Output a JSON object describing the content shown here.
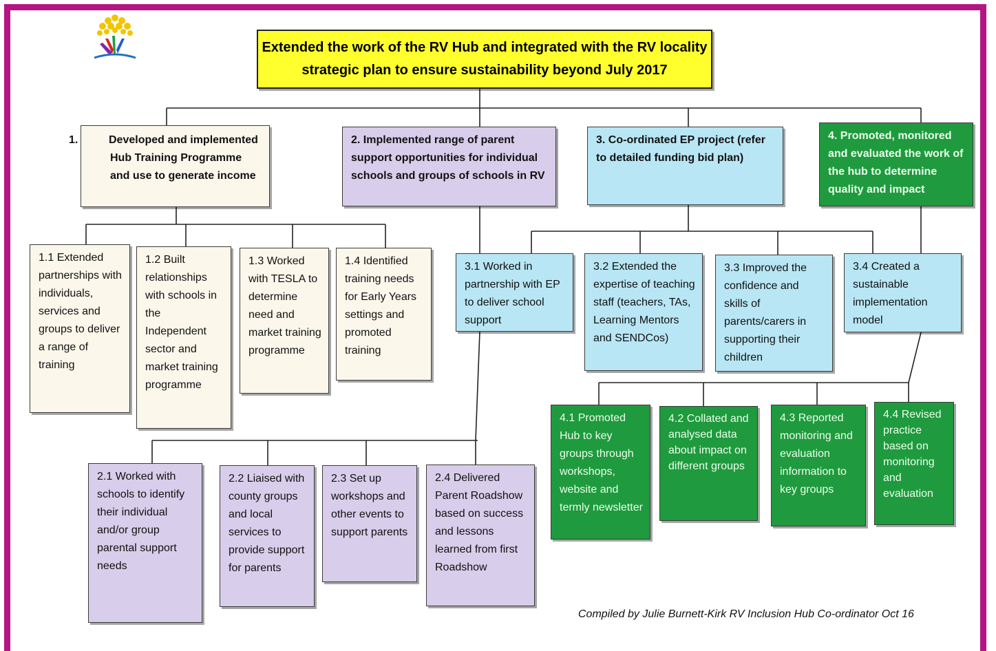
{
  "top": "Extended the work of the RV Hub and integrated with the RV locality strategic plan to ensure sustainability beyond July 2017",
  "level1": {
    "b1_num": "1.",
    "b1_text": "Developed and implemented Hub Training Programme and use to generate income",
    "b2": "2. Implemented range of parent support opportunities for individual schools and groups of schools in RV",
    "b3": "3. Co-ordinated EP project (refer to detailed funding bid plan)",
    "b4": "4. Promoted, monitored and evaluated the work of the hub to determine quality and impact"
  },
  "group1": [
    "1.1 Extended partnerships with individuals, services and groups to deliver a range of training",
    "1.2 Built relationships with schools in the Independent sector and market training programme",
    "1.3 Worked with TESLA to determine need and market training programme",
    "1.4 Identified training needs for Early Years settings and promoted training"
  ],
  "group2": [
    "2.1 Worked with schools to identify their individual and/or group parental support needs",
    "2.2 Liaised with county groups and local services to provide support for parents",
    "2.3 Set up workshops and other events to support parents",
    "2.4 Delivered Parent Roadshow based on success and lessons learned from first Roadshow"
  ],
  "group3": [
    "3.1 Worked in partnership with EP to deliver school support",
    "3.2 Extended the expertise of teaching staff (teachers, TAs, Learning Mentors and SENDCos)",
    "3.3 Improved the confidence and skills of parents/carers in supporting their children",
    "3.4 Created a sustainable implementation model"
  ],
  "group4": [
    "4.1 Promoted Hub to key groups through workshops, website and termly newsletter",
    "4.2 Collated and analysed data about impact on different groups",
    "4.3 Reported monitoring and evaluation information to key groups",
    "4.4 Revised practice based on monitoring and evaluation"
  ],
  "footer": "Compiled by Julie Burnett-Kirk RV Inclusion Hub Co-ordinator Oct 16",
  "colors": {
    "frame": "#b31682",
    "top_box": "#ffff2e",
    "strand1": "#fbf7ea",
    "strand2": "#d8cdea",
    "strand3": "#b8e6f4",
    "strand4": "#1f9a3e"
  },
  "logo_icon": "tree-hands-logo-icon"
}
